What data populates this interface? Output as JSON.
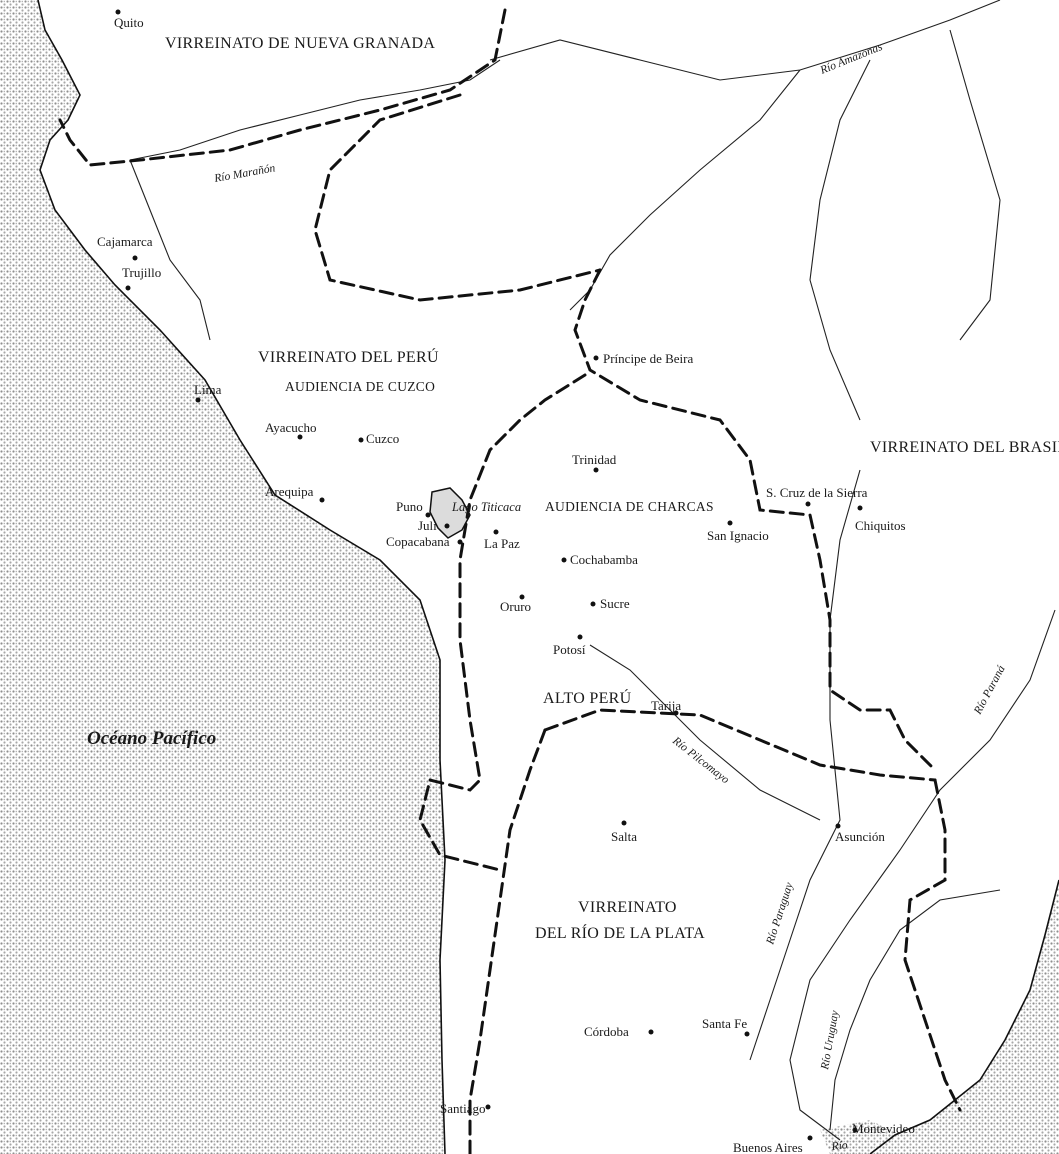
{
  "ocean": {
    "name": "Océano Pacífico"
  },
  "regions": {
    "nueva_granada": "VIRREINATO DE NUEVA GRANADA",
    "peru": "VIRREINATO DEL PERÚ",
    "cuzco": "AUDIENCIA DE CUZCO",
    "charcas": "AUDIENCIA DE CHARCAS",
    "alto_peru": "ALTO PERÚ",
    "brasil": "VIRREINATO DEL BRASIL",
    "plata_line1": "VIRREINATO",
    "plata_line2": "DEL RÍO DE LA PLATA"
  },
  "lake": {
    "name": "Lago Titicaca"
  },
  "rivers": {
    "amazonas": "Río Amazonas",
    "maranon": "Río Marañón",
    "pilcomayo": "Río Pilcomayo",
    "parana": "Río Paraná",
    "paraguay": "Río Paraguay",
    "uruguay": "Río Uruguay",
    "plata": "Río"
  },
  "cities": {
    "quito": "Quito",
    "cajamarca": "Cajamarca",
    "trujillo": "Trujillo",
    "lima": "Lima",
    "ayacucho": "Ayacucho",
    "cuzco": "Cuzco",
    "arequipa": "Arequipa",
    "puno": "Puno",
    "juli": "Juli",
    "copacabana": "Copacabana",
    "la_paz": "La Paz",
    "principe_beira": "Príncipe de Beira",
    "trinidad": "Trinidad",
    "santa_cruz": "S. Cruz de la Sierra",
    "chiquitos": "Chiquitos",
    "san_ignacio": "San Ignacio",
    "cochabamba": "Cochabamba",
    "oruro": "Oruro",
    "sucre": "Sucre",
    "potosi": "Potosí",
    "tarija": "Tarija",
    "asuncion": "Asunción",
    "salta": "Salta",
    "cordoba": "Córdoba",
    "santa_fe": "Santa Fe",
    "santiago": "Santiago",
    "montevideo": "Montevideo",
    "buenos_aires": "Buenos Aires"
  },
  "colors": {
    "ink": "#111111",
    "paper": "#ffffff",
    "sea_stipple": "#9a9a9a"
  }
}
